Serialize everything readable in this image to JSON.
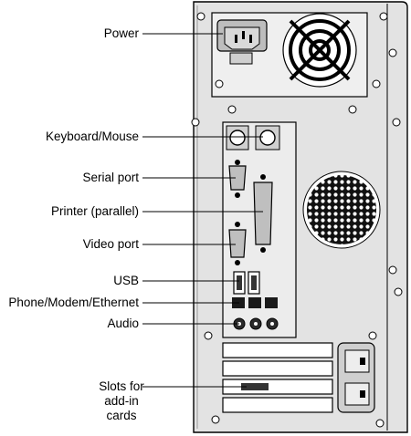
{
  "title": "",
  "labels": {
    "power": "Power",
    "keyboard_mouse": "Keyboard/Mouse",
    "serial_port": "Serial port",
    "printer": "Printer (parallel)",
    "video_port": "Video port",
    "usb": "USB",
    "network": "Phone/Modem/Ethernet",
    "audio": "Audio",
    "slots_line1": "Slots for",
    "slots_line2": "add-in",
    "slots_line3": "cards"
  },
  "colors": {
    "panel": "#e0e0e0",
    "panel_inner": "#ececec",
    "line": "#000000",
    "dark": "#1a1a1a",
    "mid": "#888888"
  }
}
